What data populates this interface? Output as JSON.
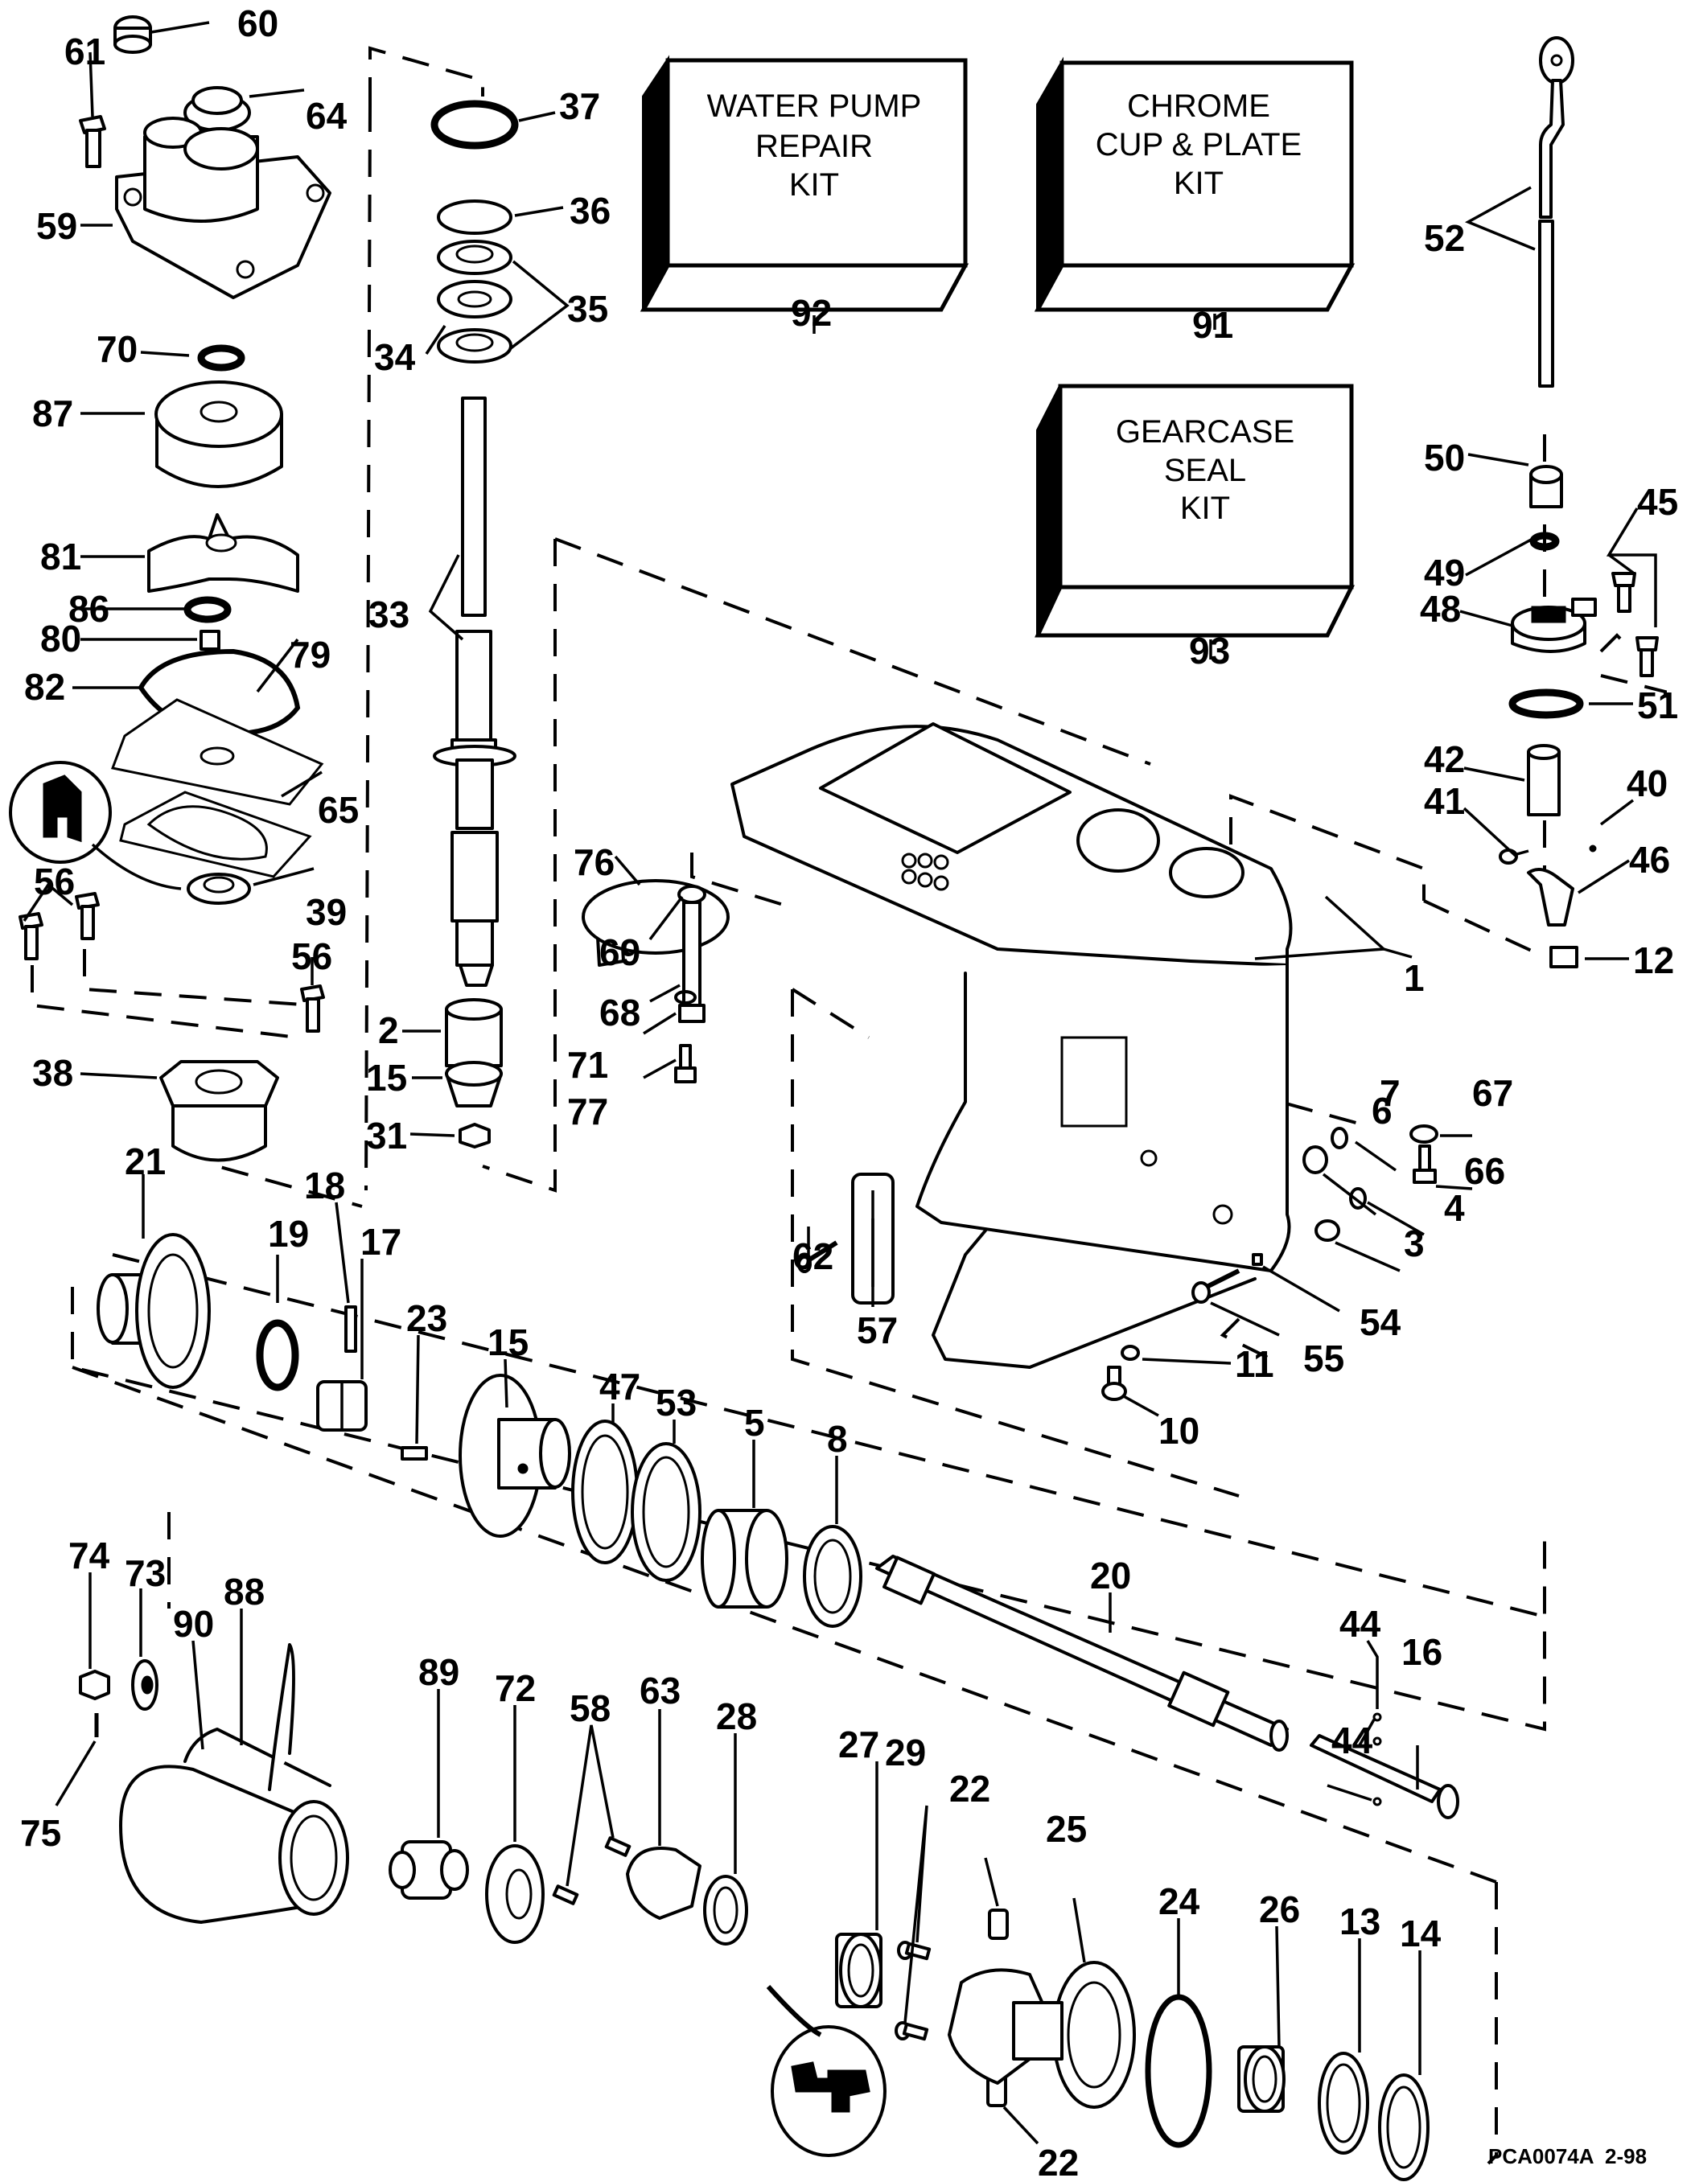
{
  "diagram": {
    "title": "Gearcase exploded parts diagram",
    "footer": {
      "figure_code": "PCA0074A",
      "date": "2-98"
    },
    "kits": [
      {
        "id": "water-pump-repair-kit",
        "lines": [
          "WATER PUMP",
          "REPAIR",
          "KIT"
        ],
        "callout": "92"
      },
      {
        "id": "chrome-cup-plate-kit",
        "lines": [
          "CHROME",
          "CUP & PLATE",
          "KIT"
        ],
        "callout": "91"
      },
      {
        "id": "gearcase-seal-kit",
        "lines": [
          "GEARCASE",
          "SEAL",
          "KIT"
        ],
        "callout": "93"
      }
    ],
    "callouts": [
      {
        "n": "60"
      },
      {
        "n": "61"
      },
      {
        "n": "64"
      },
      {
        "n": "59"
      },
      {
        "n": "70"
      },
      {
        "n": "87"
      },
      {
        "n": "81"
      },
      {
        "n": "86"
      },
      {
        "n": "80"
      },
      {
        "n": "82"
      },
      {
        "n": "79"
      },
      {
        "n": "65"
      },
      {
        "n": "56"
      },
      {
        "n": "39"
      },
      {
        "n": "56"
      },
      {
        "n": "38"
      },
      {
        "n": "37"
      },
      {
        "n": "36"
      },
      {
        "n": "35"
      },
      {
        "n": "34"
      },
      {
        "n": "33"
      },
      {
        "n": "2"
      },
      {
        "n": "15"
      },
      {
        "n": "31"
      },
      {
        "n": "52"
      },
      {
        "n": "50"
      },
      {
        "n": "45"
      },
      {
        "n": "49"
      },
      {
        "n": "48"
      },
      {
        "n": "51"
      },
      {
        "n": "42"
      },
      {
        "n": "40"
      },
      {
        "n": "41"
      },
      {
        "n": "46"
      },
      {
        "n": "12"
      },
      {
        "n": "1"
      },
      {
        "n": "76"
      },
      {
        "n": "69"
      },
      {
        "n": "68"
      },
      {
        "n": "71"
      },
      {
        "n": "77"
      },
      {
        "n": "7"
      },
      {
        "n": "67"
      },
      {
        "n": "6"
      },
      {
        "n": "66"
      },
      {
        "n": "4"
      },
      {
        "n": "3"
      },
      {
        "n": "62"
      },
      {
        "n": "57"
      },
      {
        "n": "54"
      },
      {
        "n": "55"
      },
      {
        "n": "11"
      },
      {
        "n": "10"
      },
      {
        "n": "21"
      },
      {
        "n": "19"
      },
      {
        "n": "18"
      },
      {
        "n": "17"
      },
      {
        "n": "23"
      },
      {
        "n": "15"
      },
      {
        "n": "47"
      },
      {
        "n": "53"
      },
      {
        "n": "5"
      },
      {
        "n": "8"
      },
      {
        "n": "20"
      },
      {
        "n": "44"
      },
      {
        "n": "16"
      },
      {
        "n": "44"
      },
      {
        "n": "74"
      },
      {
        "n": "73"
      },
      {
        "n": "88"
      },
      {
        "n": "90"
      },
      {
        "n": "75"
      },
      {
        "n": "89"
      },
      {
        "n": "72"
      },
      {
        "n": "58"
      },
      {
        "n": "63"
      },
      {
        "n": "28"
      },
      {
        "n": "27"
      },
      {
        "n": "29"
      },
      {
        "n": "22"
      },
      {
        "n": "25"
      },
      {
        "n": "24"
      },
      {
        "n": "26"
      },
      {
        "n": "13"
      },
      {
        "n": "14"
      },
      {
        "n": "22"
      }
    ]
  }
}
